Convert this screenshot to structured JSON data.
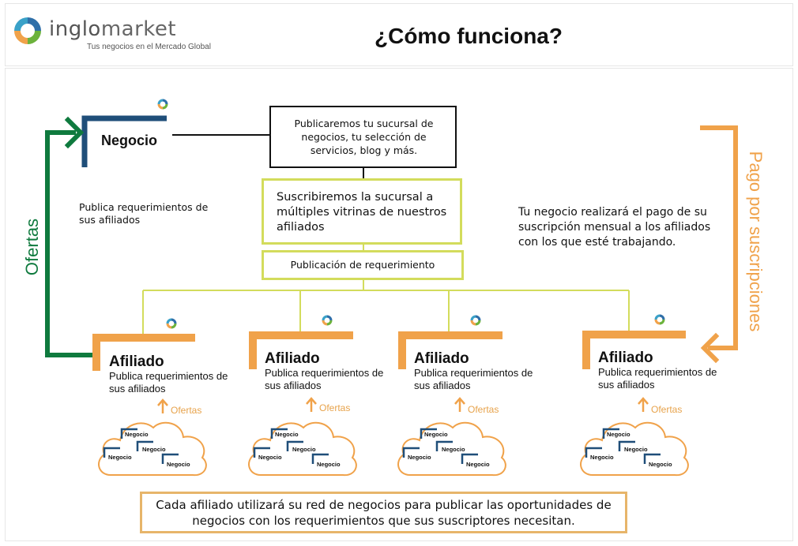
{
  "brand": {
    "name_part1": "inglo",
    "name_part2": "market",
    "tagline": "Tus negocios en el Mercado Global"
  },
  "title": "¿Cómo funciona?",
  "negocio_label": "Negocio",
  "top_box": "Publicaremos tu sucursal de negocios, tu selección de servicios, blog y más.",
  "subscribe_box": "Suscribiremos la sucursal a múltiples vitrinas de nuestros afiliados",
  "publication_box": "Publicación de requerimiento",
  "left_note": "Publica requerimientos de sus afiliados",
  "right_note": "Tu negocio realizará el pago de su suscripción mensual a los afiliados con los que esté trabajando.",
  "vertical_left": "Ofertas",
  "vertical_right": "Pago por suscripciones",
  "affiliates": [
    {
      "name": "Afiliado",
      "desc": "Publica requerimientos de sus afiliados"
    },
    {
      "name": "Afiliado",
      "desc": "Publica requerimientos de sus afiliados"
    },
    {
      "name": "Afiliado",
      "desc": "Publica requerimientos de sus afiliados"
    },
    {
      "name": "Afiliado",
      "desc": "Publica requerimientos de sus afiliados"
    }
  ],
  "ofertas_label": "Ofertas",
  "cloud_items": [
    "Negocio",
    "Negocio",
    "Negocio",
    "Negocio"
  ],
  "bottom_box": "Cada afiliado utilizará su red de negocios para publicar las oportunidades de negocios con los requerimientos que sus suscriptores necesitan.",
  "colors": {
    "green": "#0f7a3e",
    "orange": "#f0a24a",
    "yellowgreen": "#d3dc5c",
    "navy": "#1f4e79"
  }
}
